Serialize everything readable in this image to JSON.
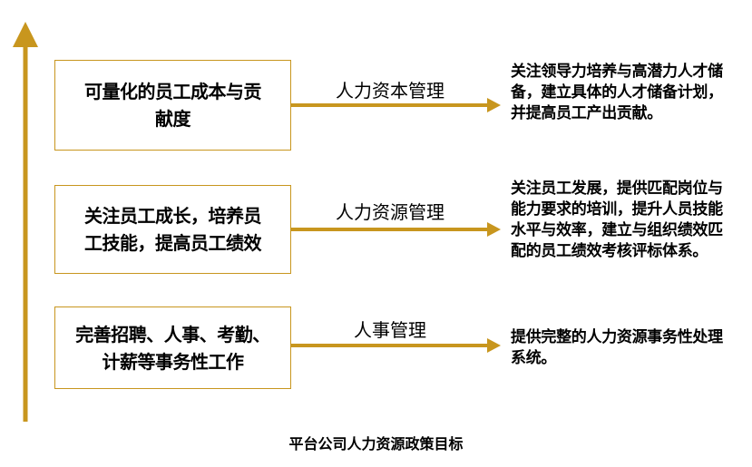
{
  "accent_color": "#c8961e",
  "axis": {
    "arrow": "up-arrow"
  },
  "levels": [
    {
      "box_lines": [
        "可量化的员工成本与贡",
        "献度"
      ],
      "label": "人力资本管理",
      "description": "关注领导力培养与高潜力人才储备，建立具体的人才储备计划，并提高员工产出贡献。"
    },
    {
      "box_lines": [
        "关注员工成长，培养员",
        "工技能，提高员工绩效"
      ],
      "label": "人力资源管理",
      "description": "关注员工发展，提供匹配岗位与能力要求的培训，提升人员技能水平与效率，建立与组织绩效匹配的员工绩效考核评标体系。"
    },
    {
      "box_lines": [
        "完善招聘、人事、考勤、",
        "计薪等事务性工作"
      ],
      "label": "人事管理",
      "description": "提供完整的人力资源事务性处理系统。"
    }
  ],
  "caption": "平台公司人力资源政策目标"
}
